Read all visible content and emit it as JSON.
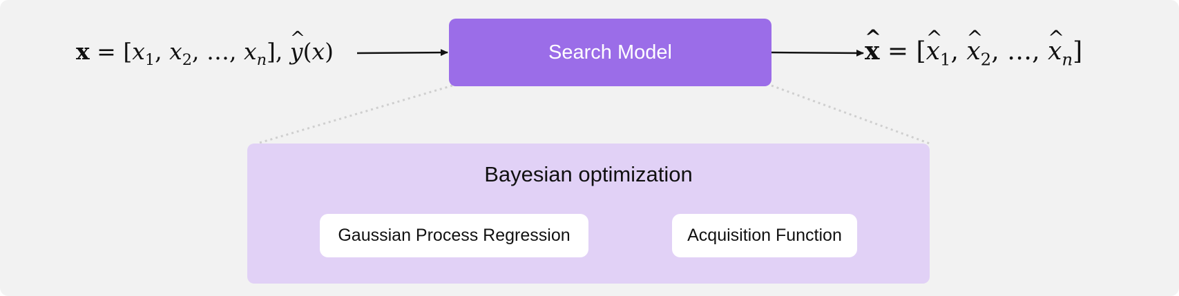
{
  "input": {
    "bold_x": "x",
    "equals": " = ",
    "lbracket": "[",
    "x": "x",
    "sub1": "1",
    "sub2": "2",
    "sep": ", ",
    "ellipsis": "…",
    "subn": "n",
    "rbracket": "]",
    "yhat": "y",
    "paren_open": "(",
    "paren_x": "x",
    "paren_close": ")"
  },
  "search_model": {
    "label": "Search Model"
  },
  "output": {
    "bold_xhat": "x",
    "equals": " = ",
    "lbracket": "[",
    "x": "x",
    "sub1": "1",
    "sub2": "2",
    "sep": ", ",
    "ellipsis": "…",
    "subn": "n",
    "rbracket": "]"
  },
  "bayesian": {
    "title": "Bayesian optimization",
    "left_box": "Gaussian Process Regression",
    "right_box": "Acquisition Function"
  },
  "colors": {
    "background": "#f2f2f2",
    "search_model": "#9b6de8",
    "panel": "#e1d1f6",
    "box": "#ffffff",
    "dotted": "#cfcfcf"
  }
}
